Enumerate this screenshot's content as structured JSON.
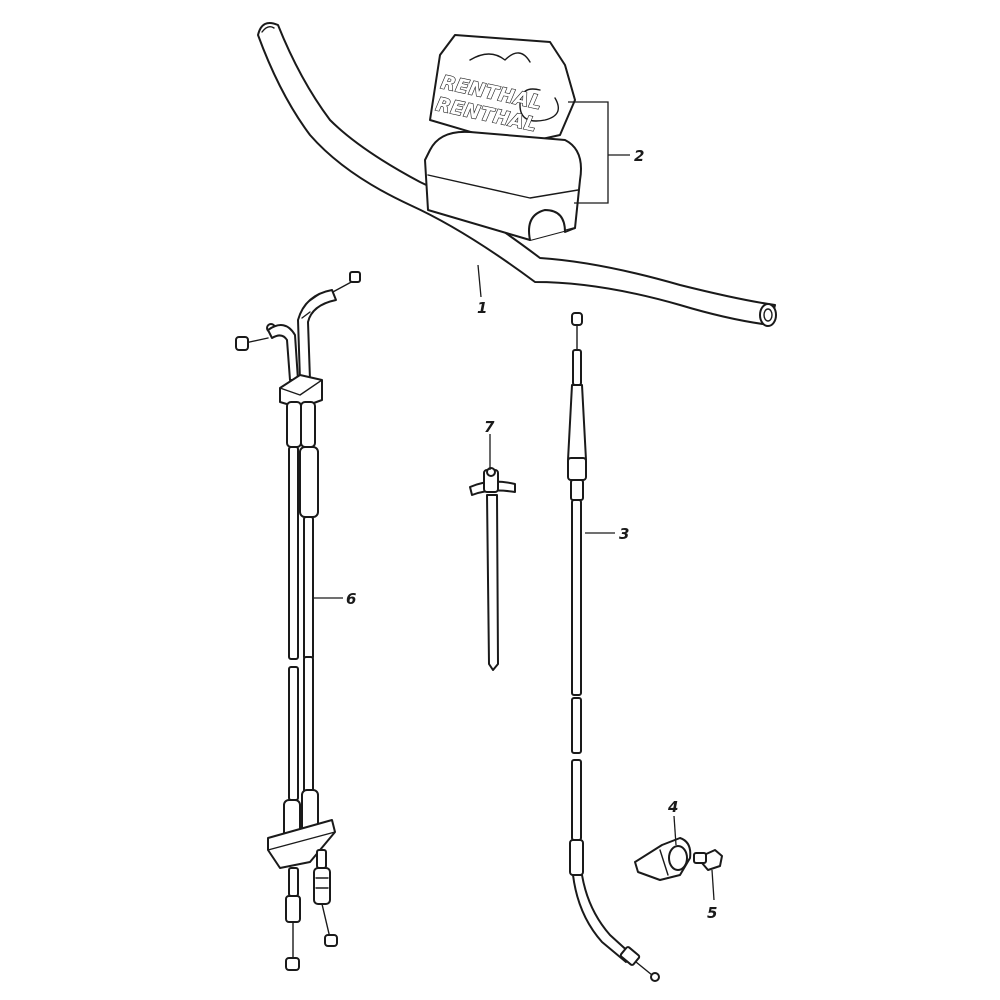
{
  "callouts": {
    "handlebar": "1",
    "pad_set": "2",
    "clutch_cable": "3",
    "clamp": "4",
    "bolt": "5",
    "throttle_cable": "6",
    "cable_tie": "7"
  },
  "branding": {
    "logo_text_1": "RENTHAL",
    "logo_text_2": "RENTHAL"
  }
}
